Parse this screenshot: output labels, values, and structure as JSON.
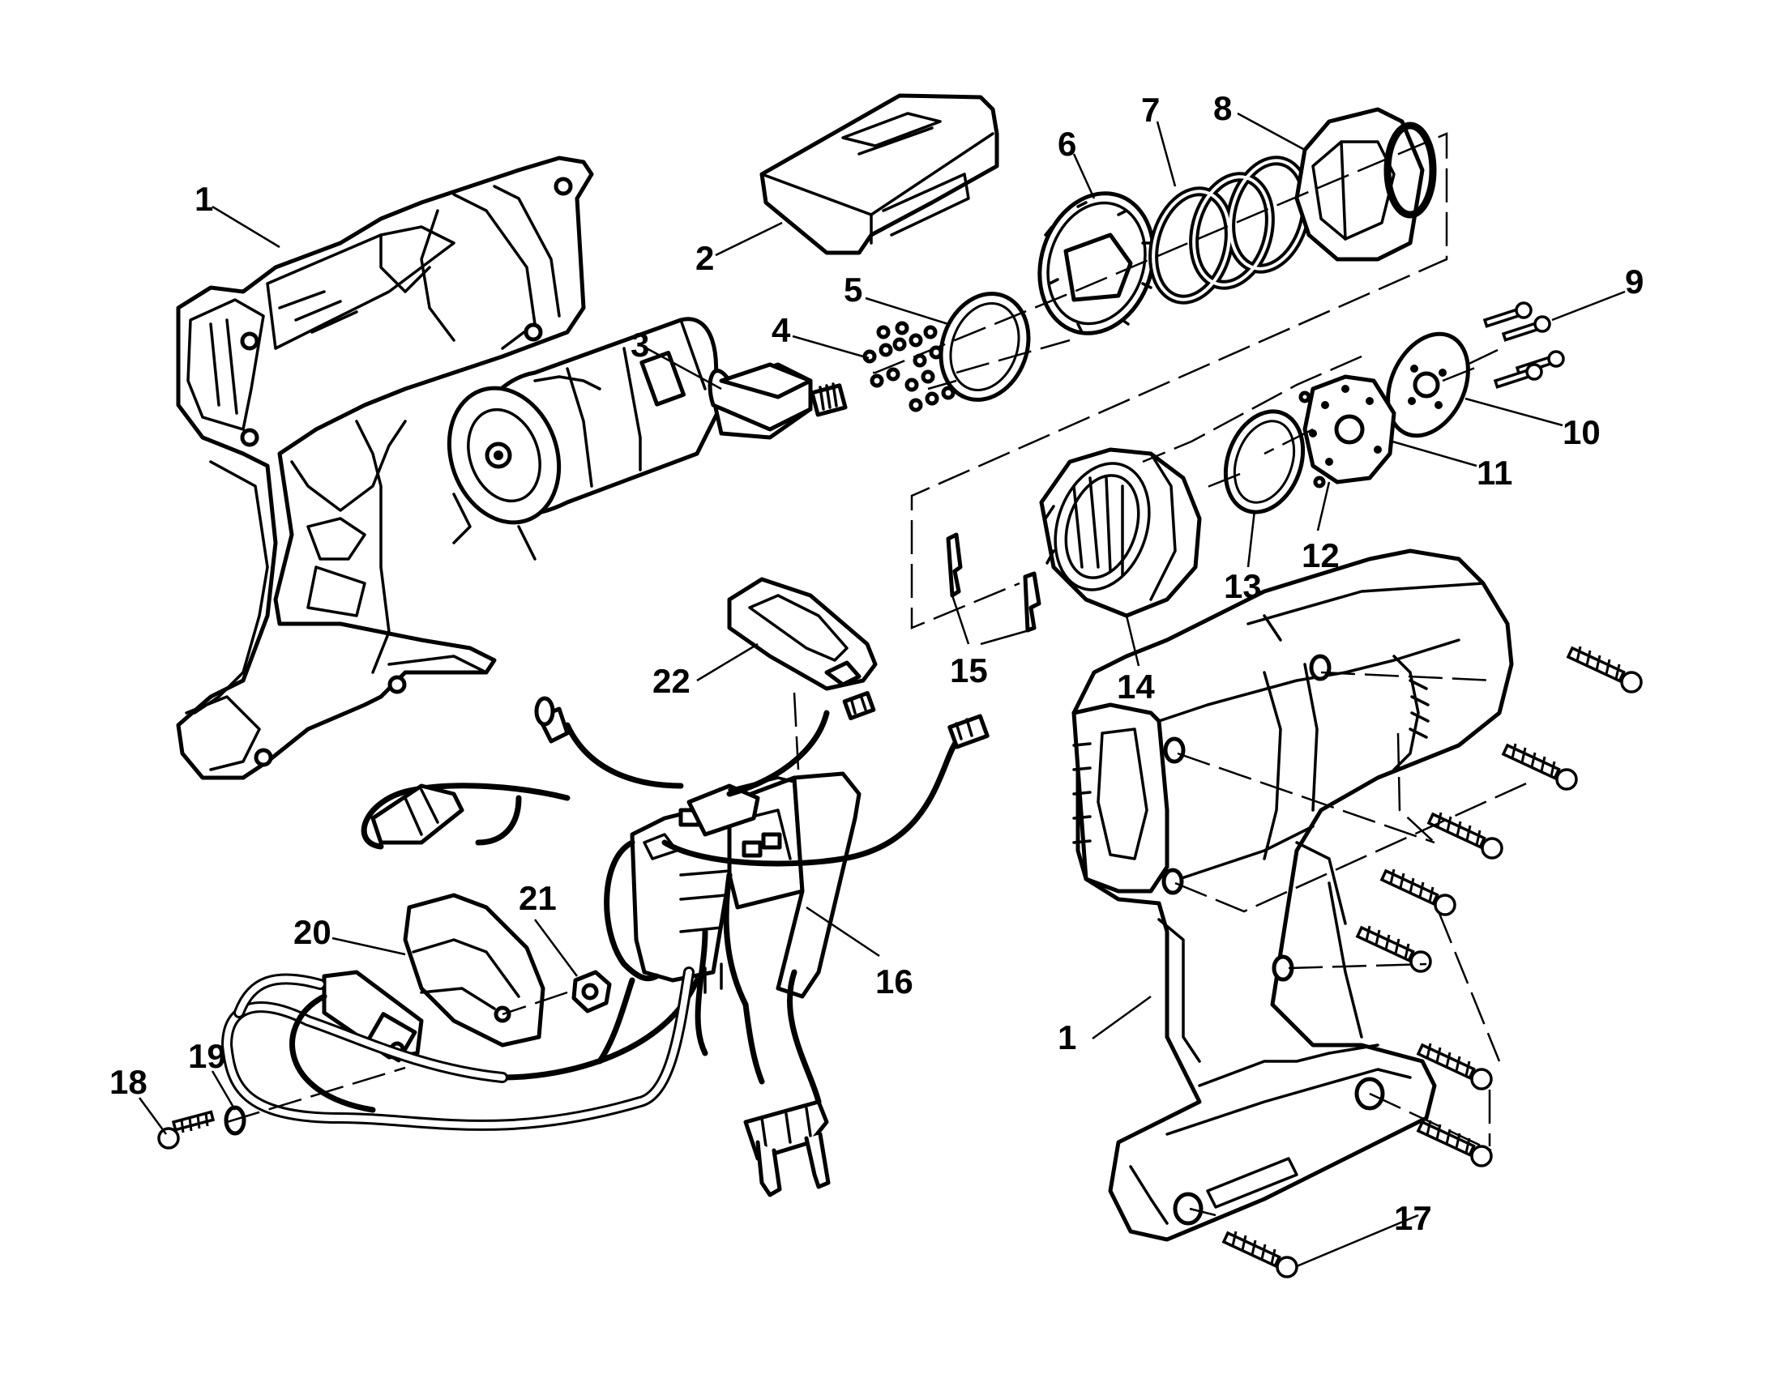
{
  "callouts": [
    {
      "id": "c1a",
      "text": "1"
    },
    {
      "id": "c2",
      "text": "2"
    },
    {
      "id": "c3",
      "text": "3"
    },
    {
      "id": "c4",
      "text": "4"
    },
    {
      "id": "c5",
      "text": "5"
    },
    {
      "id": "c6",
      "text": "6"
    },
    {
      "id": "c7",
      "text": "7"
    },
    {
      "id": "c8",
      "text": "8"
    },
    {
      "id": "c9",
      "text": "9"
    },
    {
      "id": "c10",
      "text": "10"
    },
    {
      "id": "c11",
      "text": "11"
    },
    {
      "id": "c12",
      "text": "12"
    },
    {
      "id": "c13",
      "text": "13"
    },
    {
      "id": "c14",
      "text": "14"
    },
    {
      "id": "c15",
      "text": "15"
    },
    {
      "id": "c16",
      "text": "16"
    },
    {
      "id": "c17",
      "text": "17"
    },
    {
      "id": "c18",
      "text": "18"
    },
    {
      "id": "c19",
      "text": "19"
    },
    {
      "id": "c20",
      "text": "20"
    },
    {
      "id": "c21",
      "text": "21"
    },
    {
      "id": "c22",
      "text": "22"
    },
    {
      "id": "c1b",
      "text": "1"
    }
  ]
}
